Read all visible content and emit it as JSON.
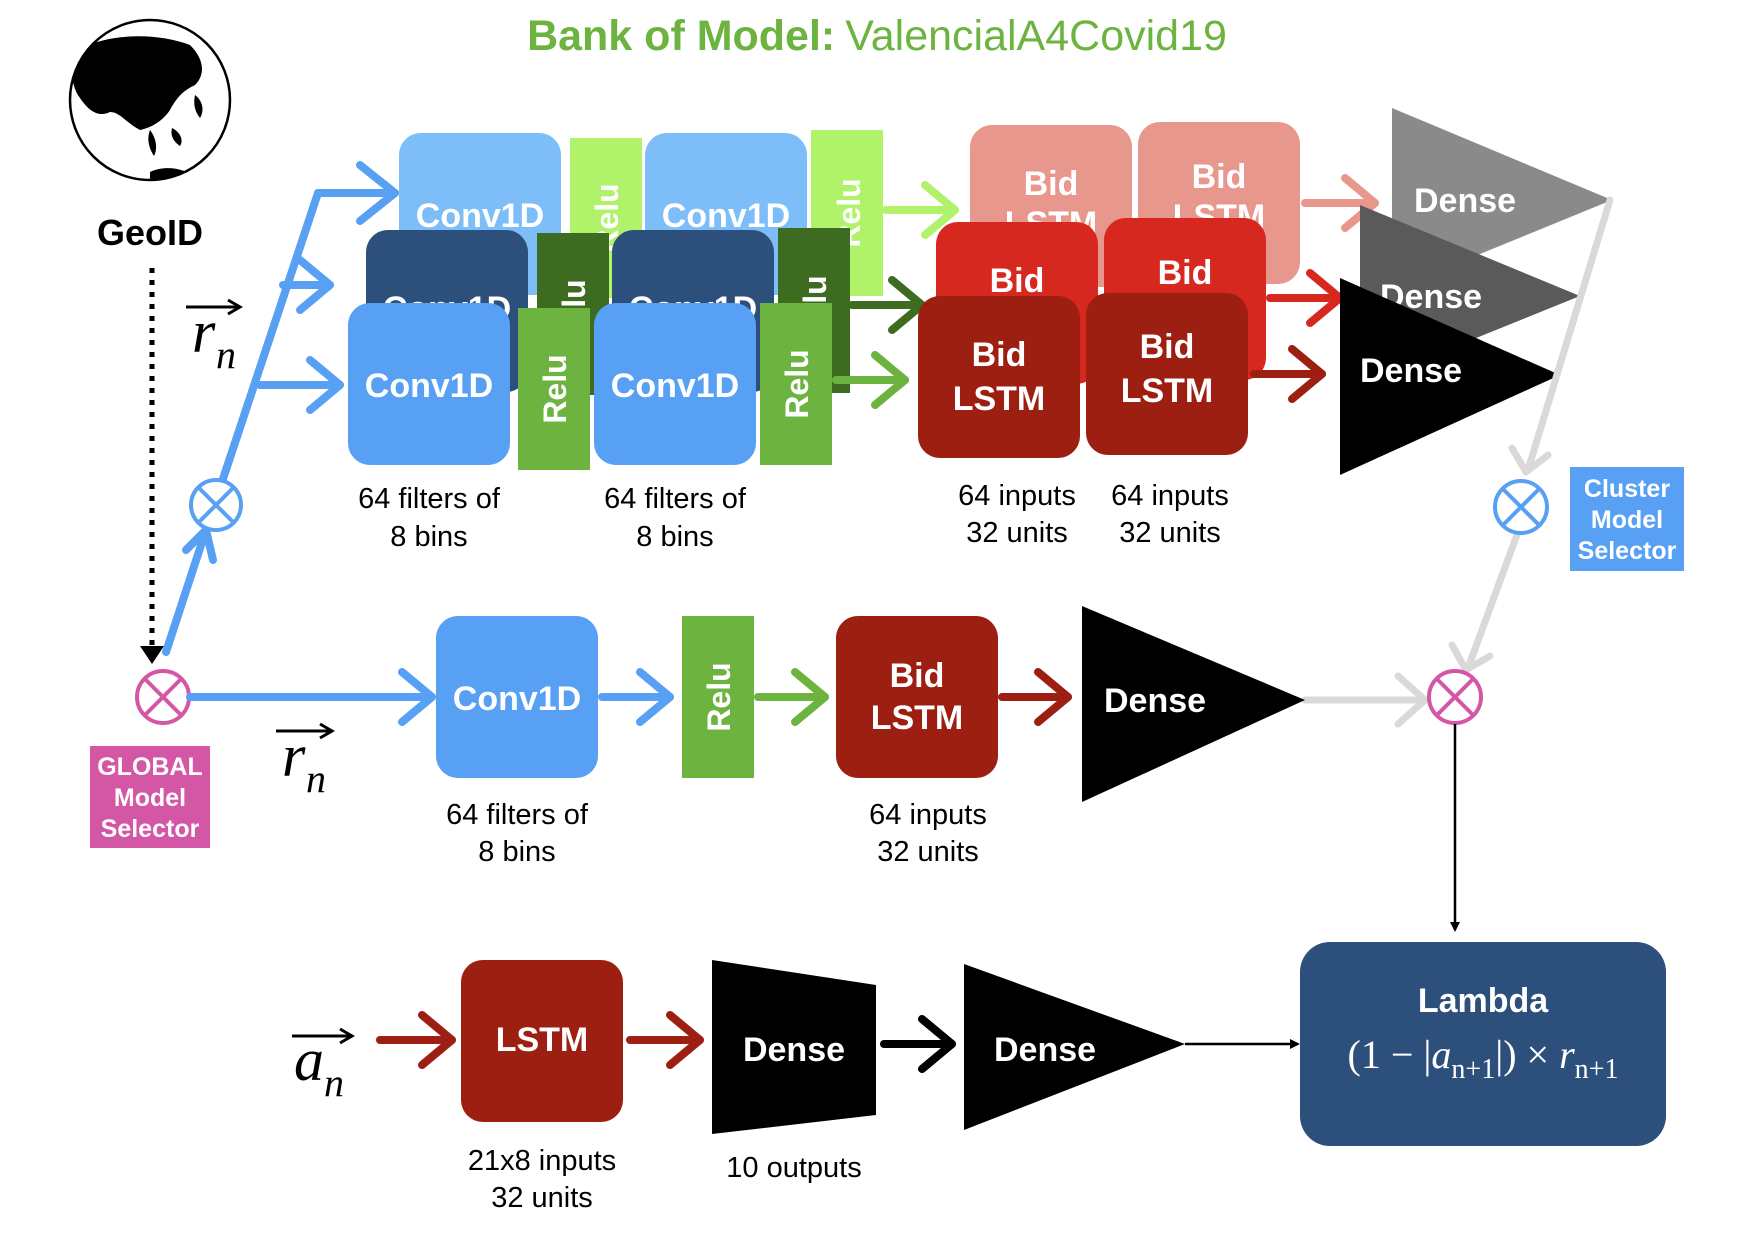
{
  "title": {
    "prefix": "Bank of Model:",
    "name": "ValencialA4Covid19"
  },
  "geoid": "GeoID",
  "inputs": {
    "r_main": "r",
    "r_sub": "n",
    "a_main": "a",
    "a_sub": "n"
  },
  "selectors": {
    "global": [
      "GLOBAL",
      "Model",
      "Selector"
    ],
    "cluster": [
      "Cluster",
      "Model",
      "Selector"
    ]
  },
  "layers": {
    "conv1d": "Conv1D",
    "relu": "Relu",
    "bid": "Bid",
    "lstm": "LSTM",
    "dense": "Dense"
  },
  "captions": {
    "conv1": [
      "64 filters of",
      "8 bins"
    ],
    "conv2": [
      "64 filters of",
      "8 bins"
    ],
    "bilstm1": [
      "64 inputs",
      "32 units"
    ],
    "bilstm2": [
      "64 inputs",
      "32 units"
    ],
    "global_conv": [
      "64 filters of",
      "8 bins"
    ],
    "global_bilstm": [
      "64 inputs",
      "32 units"
    ],
    "lstm": [
      "21x8 inputs",
      "32 units"
    ],
    "dense_out": [
      "10 outputs"
    ]
  },
  "lambda": {
    "title": "Lambda",
    "f_open": "(1 − |",
    "f_a": "a",
    "f_a_sub": "n+1",
    "f_mid": "|) × ",
    "f_r": "r",
    "f_r_sub": "n+1"
  },
  "colors": {
    "title_green": "#6cb33f",
    "conv_light": "#7dbdf8",
    "conv_dark": "#2c4f7c",
    "conv_mid": "#58a0f4",
    "relu_light": "#b0f26a",
    "relu_dark": "#3d6b1f",
    "relu_mid": "#6cb33f",
    "bid_light": "#e8978d",
    "bid_mid": "#d6281e",
    "bid_dark": "#9c1f12",
    "dense_light": "#8a8a8a",
    "dense_mid": "#5a5a5a",
    "dense_dark": "#000000",
    "lambda_blue": "#2c4f7c",
    "global_pink": "#d457a5",
    "cluster_blue": "#58a0f4"
  }
}
